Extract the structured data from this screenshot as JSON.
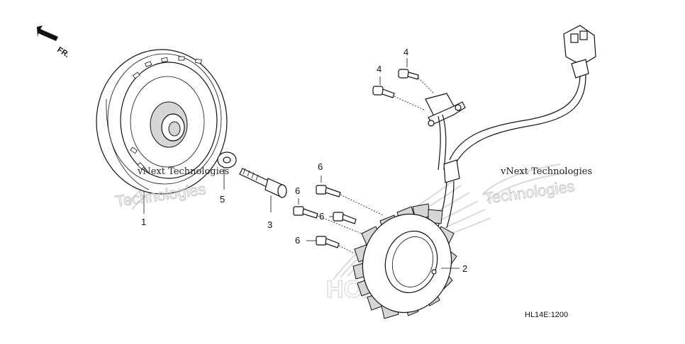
{
  "diagram": {
    "direction_label": "FR.",
    "drawing_code": "HL14E:1200",
    "watermarks": {
      "line1": "vNext Technologies",
      "line2": "Technologies"
    },
    "callouts": [
      {
        "id": "1"
      },
      {
        "id": "2"
      },
      {
        "id": "3"
      },
      {
        "id": "4a",
        "label": "4"
      },
      {
        "id": "4b",
        "label": "4"
      },
      {
        "id": "5"
      },
      {
        "id": "6a",
        "label": "6"
      },
      {
        "id": "6b",
        "label": "6"
      },
      {
        "id": "6c",
        "label": "6"
      },
      {
        "id": "6d",
        "label": "6"
      }
    ],
    "labels": {
      "c1": "1",
      "c2": "2",
      "c3": "3",
      "c4a": "4",
      "c4b": "4",
      "c5": "5",
      "c6a": "6",
      "c6b": "6",
      "c6c": "6",
      "c6d": "6"
    },
    "icons": [
      "front-direction-arrow-icon",
      "honda-wing-logo"
    ]
  }
}
